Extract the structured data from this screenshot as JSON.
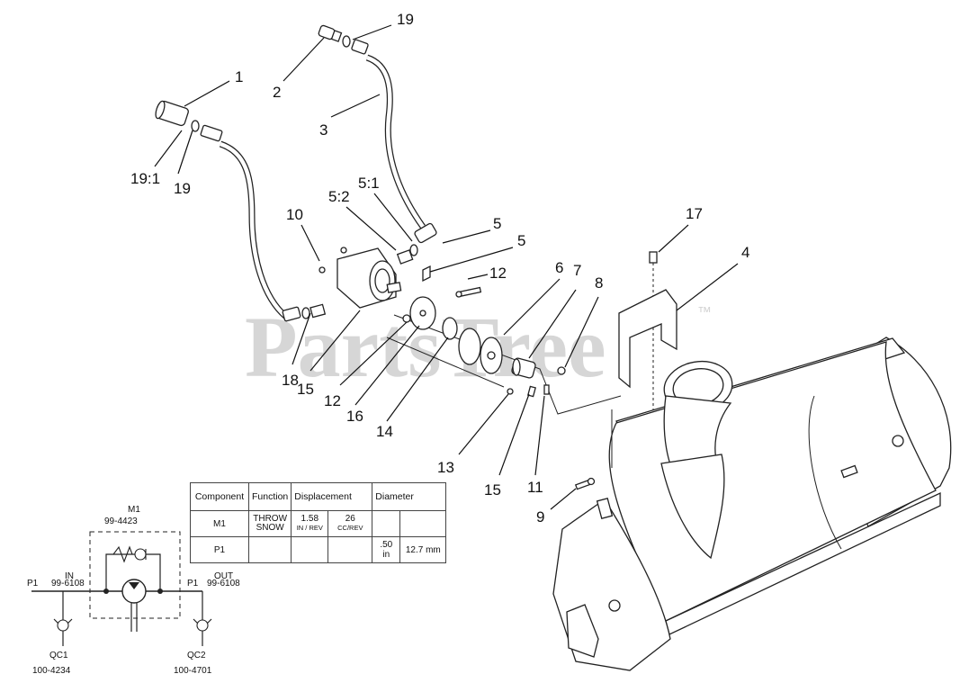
{
  "watermark": {
    "text": "PartsTree",
    "trademark": "™"
  },
  "callouts": [
    {
      "id": "c1",
      "label": "1"
    },
    {
      "id": "c2",
      "label": "2"
    },
    {
      "id": "c3",
      "label": "3"
    },
    {
      "id": "c19a",
      "label": "19"
    },
    {
      "id": "c19b",
      "label": "19"
    },
    {
      "id": "c191",
      "label": "19:1"
    },
    {
      "id": "c10",
      "label": "10"
    },
    {
      "id": "c52",
      "label": "5:2"
    },
    {
      "id": "c51",
      "label": "5:1"
    },
    {
      "id": "c5a",
      "label": "5"
    },
    {
      "id": "c5b",
      "label": "5"
    },
    {
      "id": "c6",
      "label": "6"
    },
    {
      "id": "c7",
      "label": "7"
    },
    {
      "id": "c8",
      "label": "8"
    },
    {
      "id": "c12a",
      "label": "12"
    },
    {
      "id": "c12b",
      "label": "12"
    },
    {
      "id": "c15a",
      "label": "15"
    },
    {
      "id": "c15b",
      "label": "15"
    },
    {
      "id": "c16",
      "label": "16"
    },
    {
      "id": "c14",
      "label": "14"
    },
    {
      "id": "c13",
      "label": "13"
    },
    {
      "id": "c11",
      "label": "11"
    },
    {
      "id": "c9",
      "label": "9"
    },
    {
      "id": "c4",
      "label": "4"
    },
    {
      "id": "c17",
      "label": "17"
    },
    {
      "id": "c18",
      "label": "18"
    }
  ],
  "table": {
    "headers": [
      "Component",
      "Function",
      "Displacement",
      "Diameter"
    ],
    "rows": [
      {
        "component": "M1",
        "function_line1": "THROW",
        "function_line2": "SNOW",
        "disp_value1": "1.58",
        "disp_unit1": "IN / REV",
        "disp_value2": "26",
        "disp_unit2": "CC/REV",
        "diam1": "",
        "diam2": ""
      },
      {
        "component": "P1",
        "function_line1": "",
        "function_line2": "",
        "disp_value1": "",
        "disp_unit1": "",
        "disp_value2": "",
        "disp_unit2": "",
        "diam1": ".50 in",
        "diam2": "12.7 mm"
      }
    ]
  },
  "schematic": {
    "m1_label": "M1",
    "m1_part": "99-4423",
    "in_label": "IN",
    "in_p": "P1",
    "in_part": "99-6108",
    "out_label": "OUT",
    "out_p": "P1",
    "out_part": "99-6108",
    "qc1_label": "QC1",
    "qc1_part": "100-4234",
    "qc2_label": "QC2",
    "qc2_part": "100-4701"
  }
}
